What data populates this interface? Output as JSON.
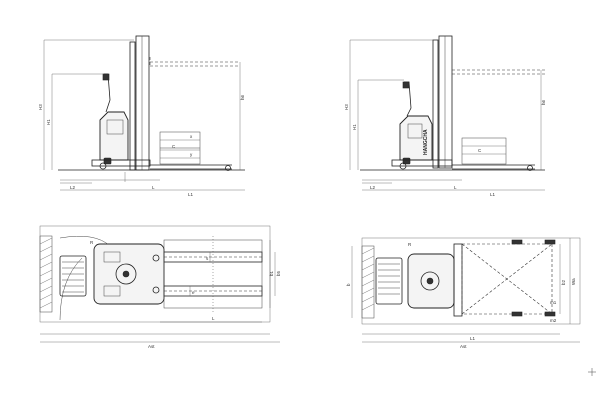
{
  "brand": "HANGCHA",
  "dims": {
    "h1": "H1",
    "h3": "H3",
    "h6": "h6",
    "l": "L",
    "l1": "L1",
    "l2": "L2",
    "x": "x",
    "c": "C",
    "y": "y",
    "b": "b",
    "b1": "b1",
    "b2": "b2",
    "b5": "b5",
    "s": "s",
    "e": "e",
    "m1": "m1",
    "m2": "m2",
    "wa": "Wa",
    "ast": "Ast",
    "r": "R"
  }
}
